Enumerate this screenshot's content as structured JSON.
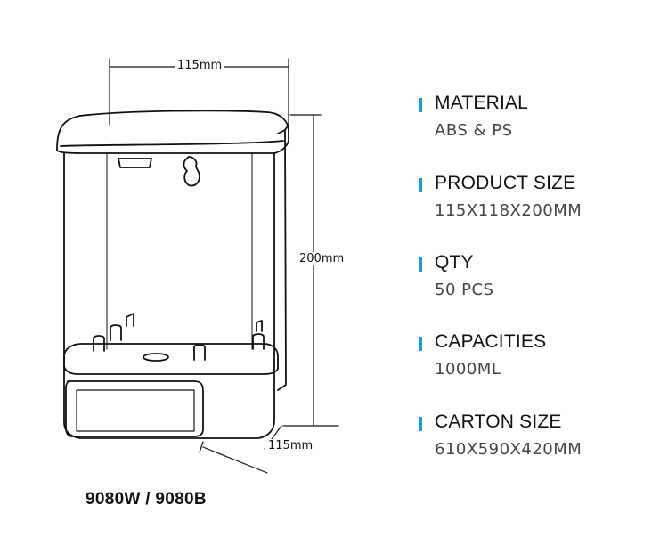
{
  "dimensions": {
    "width_top": "115mm",
    "height": "200mm",
    "depth": "115mm"
  },
  "model": "9080W / 9080B",
  "specs": [
    {
      "title": "MATERIAL",
      "value": "ABS & PS"
    },
    {
      "title": "PRODUCT SIZE",
      "value": "115X118X200MM"
    },
    {
      "title": "QTY",
      "value": "50 PCS"
    },
    {
      "title": "CAPACITIES",
      "value": "1000ML"
    },
    {
      "title": "CARTON SIZE",
      "value": "610X590X420MM"
    }
  ],
  "colors": {
    "accent": "#1a9be0",
    "line": "#111111"
  }
}
